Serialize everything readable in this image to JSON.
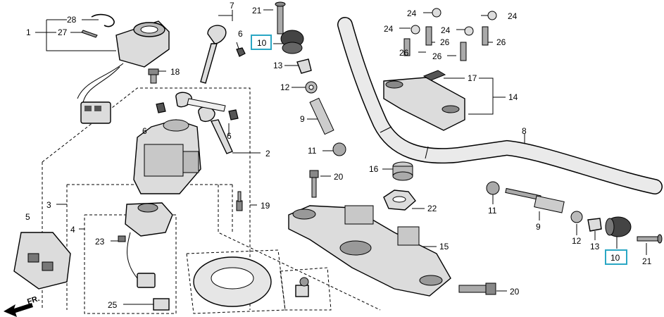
{
  "diagram": {
    "callouts": {
      "c1": "1",
      "c28": "28",
      "c27": "27",
      "c7": "7",
      "c6a": "6",
      "c21a": "21",
      "c10a": "10",
      "c13a": "13",
      "c12a": "12",
      "c9a": "9",
      "c11a": "11",
      "c20a": "20",
      "c18": "18",
      "c6b": "6",
      "c6c": "6",
      "c2": "2",
      "c3": "3",
      "c19": "19",
      "c5": "5",
      "c4": "4",
      "c23": "23",
      "c25": "25",
      "c24a": "24",
      "c24b": "24",
      "c24c": "24",
      "c24d": "24",
      "c26a": "26",
      "c26b": "26",
      "c26c": "26",
      "c26d": "26",
      "c17": "17",
      "c14": "14",
      "c8": "8",
      "c16": "16",
      "c22": "22",
      "c15": "15",
      "c11b": "11",
      "c9b": "9",
      "c12b": "12",
      "c13b": "13",
      "c10b": "10",
      "c21b": "21",
      "c20b": "20"
    },
    "front_indicator": "FR.",
    "highlight_color": "#2aa7c4"
  }
}
